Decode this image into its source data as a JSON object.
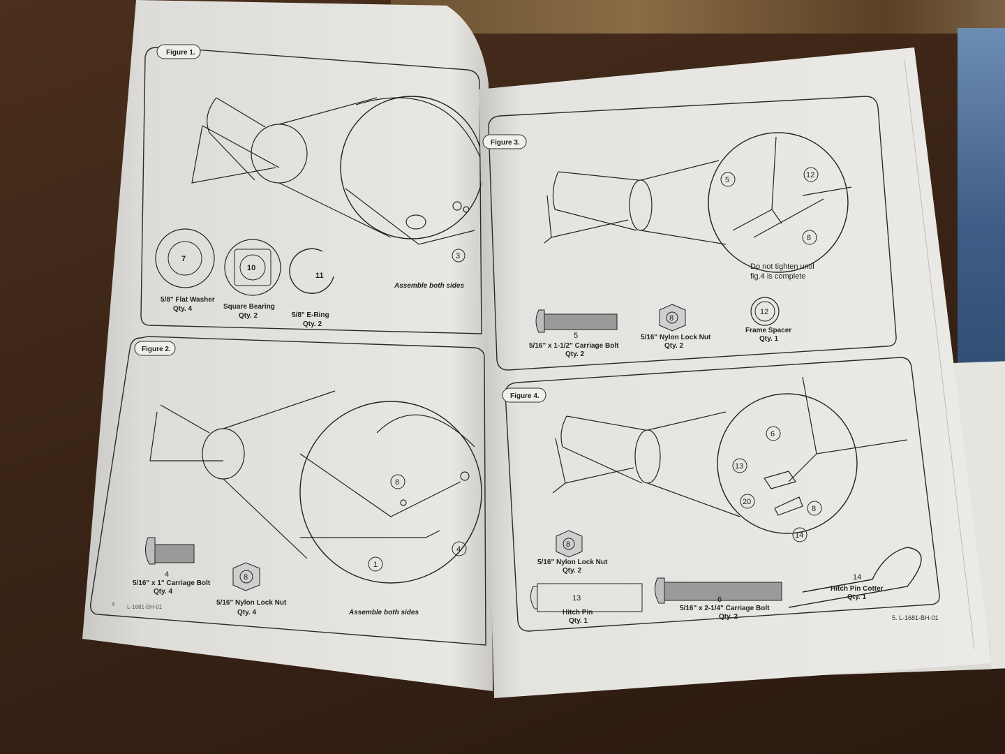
{
  "left_page": {
    "figure1": {
      "title": "Figure 1.",
      "callout_3": "3",
      "part7": {
        "num": "7",
        "name": "5/8\" Flat Washer",
        "qty": "Qty. 4"
      },
      "part10": {
        "num": "10",
        "name": "Square Bearing",
        "qty": "Qty. 2"
      },
      "part11": {
        "num": "11",
        "name": "5/8\" E-Ring",
        "qty": "Qty. 2"
      },
      "note": "Assemble both sides"
    },
    "figure2": {
      "title": "Figure 2.",
      "callout_8": "8",
      "callout_1": "1",
      "callout_4": "4",
      "part4": {
        "num": "4",
        "name": "5/16\" x 1\" Carriage Bolt",
        "qty": "Qty. 4"
      },
      "part8": {
        "num": "8",
        "name": "5/16\" Nylon Lock Nut",
        "qty": "Qty. 4"
      },
      "note": "Assemble both sides"
    },
    "footer_page": "4",
    "footer_code": "L-1681-BH-01"
  },
  "right_page": {
    "figure3": {
      "title": "Figure 3.",
      "callout_5": "5",
      "callout_12": "12",
      "callout_8": "8",
      "note_line1": "Do not tighten until",
      "note_line2": "fig.4 is complete",
      "part5": {
        "num": "5",
        "name": "5/16\" x 1-1/2\" Carriage Bolt",
        "qty": "Qty. 2"
      },
      "part8": {
        "num": "8",
        "name": "5/16\" Nylon Lock Nut",
        "qty": "Qty. 2"
      },
      "part12": {
        "num": "12",
        "name": "Frame Spacer",
        "qty": "Qty. 1"
      }
    },
    "figure4": {
      "title": "Figure 4.",
      "callout_6": "6",
      "callout_13": "13",
      "callout_20": "20",
      "callout_8": "8",
      "callout_14": "14",
      "part8": {
        "num": "8",
        "name": "5/16\" Nylon Lock Nut",
        "qty": "Qty. 2"
      },
      "part13": {
        "num": "13",
        "name": "Hitch Pin",
        "qty": "Qty. 1"
      },
      "part6": {
        "num": "6",
        "name": "5/16\" x 2-1/4\" Carriage Bolt",
        "qty": "Qty. 2"
      },
      "part14": {
        "num": "14",
        "name": "Hitch Pin Cotter",
        "qty": "Qty. 1"
      }
    },
    "footer": "5.  L-1681-BH-01"
  }
}
